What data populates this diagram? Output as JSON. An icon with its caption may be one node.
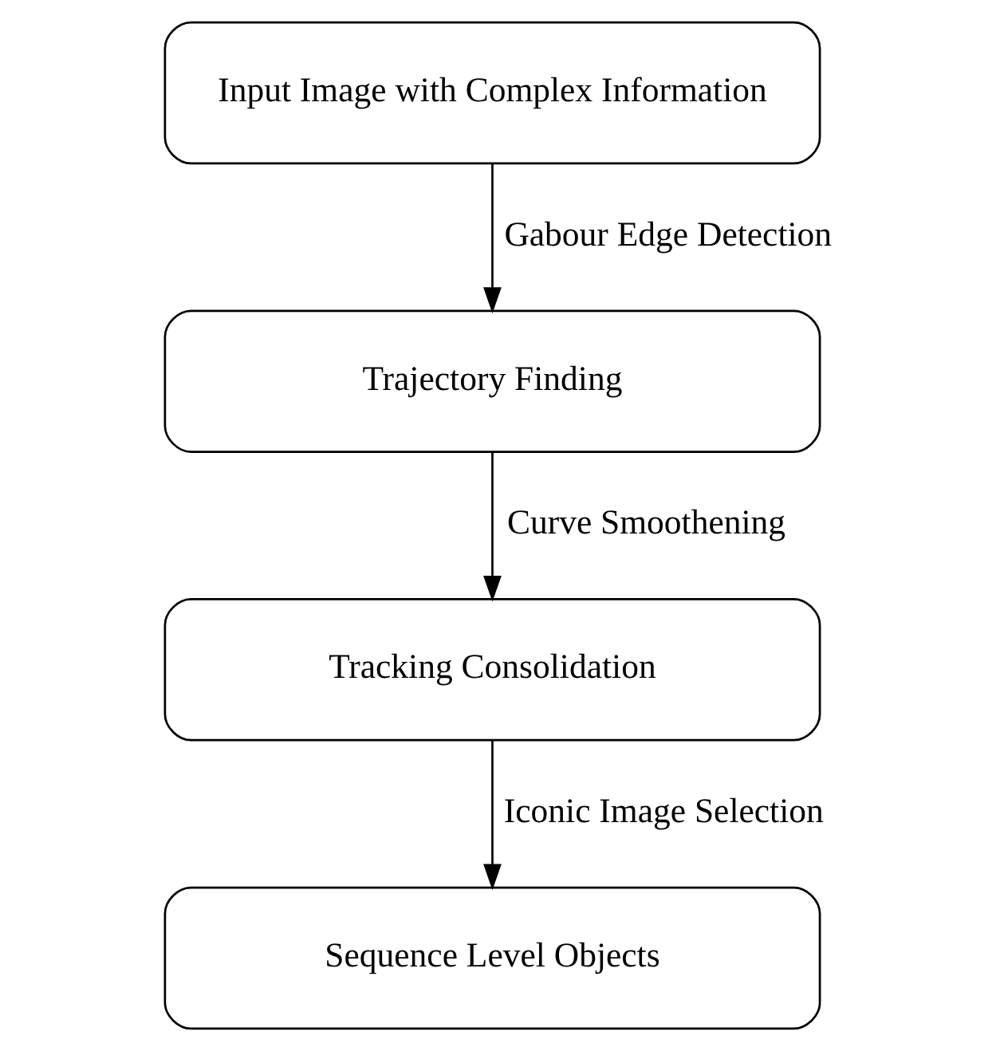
{
  "diagram": {
    "nodes": [
      {
        "text": [
          "Input Image with Complex Information"
        ]
      },
      {
        "text": [
          "Trajectory Finding"
        ]
      },
      {
        "text": [
          "Tracking Consolidation"
        ]
      },
      {
        "text": [
          "Sequence Level Objects"
        ]
      }
    ],
    "edges": [
      {
        "from": 0,
        "to": 1,
        "arrow": "to",
        "label": "Gabour Edge Detection"
      },
      {
        "from": 1,
        "to": 2,
        "arrow": "to",
        "label": "Curve Smoothening"
      },
      {
        "from": 2,
        "to": 3,
        "arrow": "to",
        "label": "Iconic Image Selection"
      }
    ]
  }
}
